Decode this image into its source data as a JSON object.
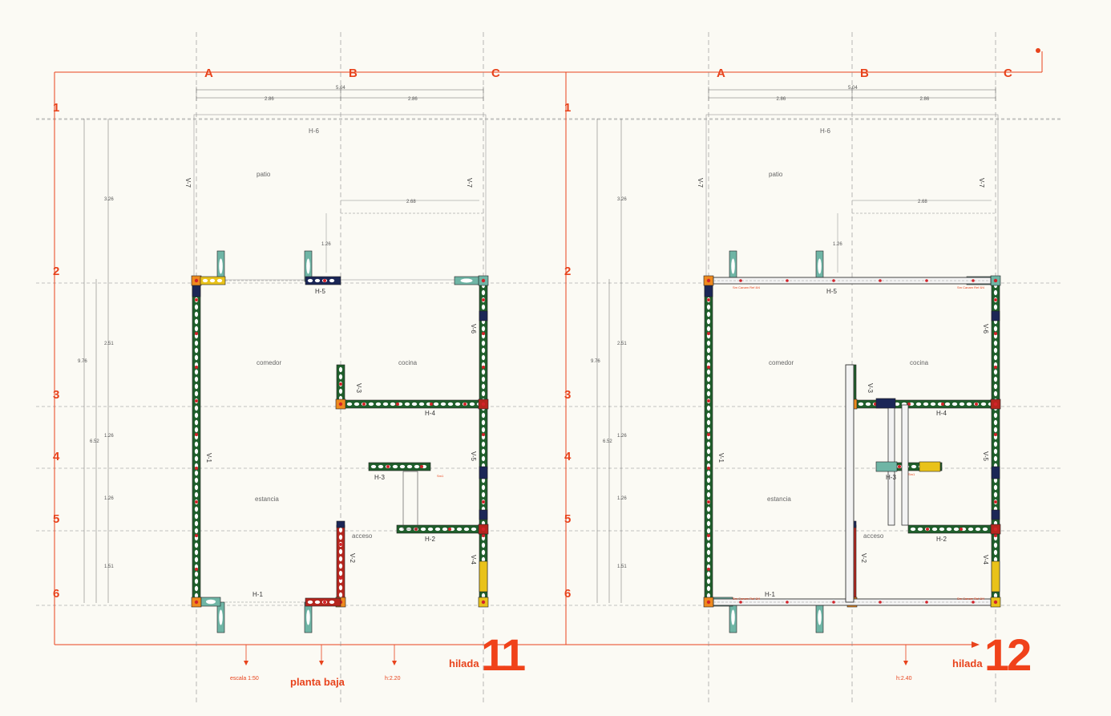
{
  "axes": {
    "columns": [
      "A",
      "B",
      "C"
    ],
    "rows": [
      "1",
      "2",
      "3",
      "4",
      "5",
      "6"
    ]
  },
  "dimensions": {
    "total_width": "5.04",
    "col_ab": "2.86",
    "col_bc": "2.86",
    "patio_depth": "3.26",
    "inner_offset": "2.68",
    "small_step": "1.26",
    "total_depth": "9.76",
    "seg_23": "2.51",
    "seg_34": "1.26",
    "seg_45": "1.26",
    "seg_56": "1.51",
    "depth_26": "6.52"
  },
  "rooms": {
    "patio": "patio",
    "comedor": "comedor",
    "cocina": "cocina",
    "estancia": "estancia",
    "acceso": "acceso"
  },
  "walls": {
    "h1": "H-1",
    "h2": "H-2",
    "h3": "H-3",
    "h4": "H-4",
    "h5": "H-5",
    "h6": "H-6",
    "v1": "V-1",
    "v2": "V-2",
    "v3": "V-3",
    "v4": "V-4",
    "v5": "V-5",
    "v6": "V-6",
    "v7": "V-7"
  },
  "notes": {
    "beam": "Sm Canam Ref 8/4"
  },
  "plans": [
    {
      "hilada_label": "hilada",
      "hilada_number": "11",
      "height": "h:2.20"
    },
    {
      "hilada_label": "hilada",
      "hilada_number": "12",
      "height": "h:2.40"
    }
  ],
  "captions": {
    "scale": "escala 1:50",
    "floor": "planta baja"
  },
  "colors": {
    "accent": "#e8431c",
    "green_block": "#1f5e2b",
    "red_block": "#b5261e",
    "yellow_block": "#e9c21a",
    "navy_block": "#1b2656",
    "orange_block": "#ee8a1e",
    "teal_block": "#6fb5a5"
  }
}
